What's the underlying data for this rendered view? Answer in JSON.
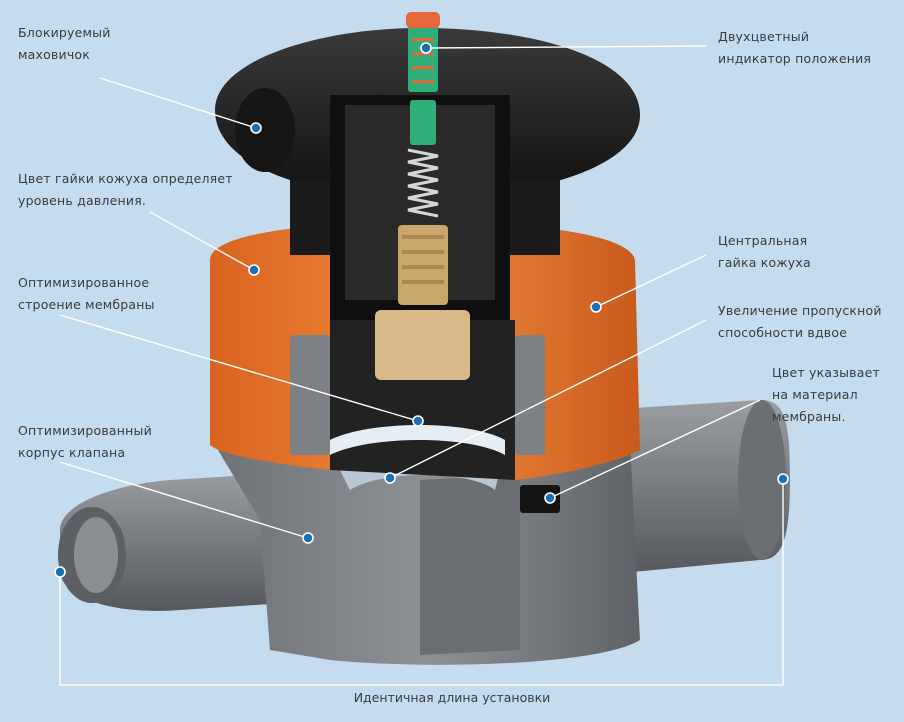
{
  "callouts": {
    "handwheel": "Блокируемый\nмаховичок",
    "indicator": "Двухцветный\nиндикатор положения",
    "nut_color": "Цвет гайки кожуха определяет\nуровень давления.",
    "central_nut": "Центральная\nгайка кожуха",
    "membrane_structure": "Оптимизированное\nстроение мембраны",
    "flow_capacity": "Увеличение пропускной\nспособности вдвое",
    "membrane_color": "Цвет указывает\nна материал\nмембраны.",
    "valve_body": "Оптимизированный\nкорпус клапана",
    "install_length": "Идентичная длина установки"
  },
  "colors": {
    "background": "#c5dcee",
    "leader": "#ffffff",
    "dot": "#1b6fb5",
    "handwheel": "#1d1d1d",
    "nut": "#e8772e",
    "body": "#7d8186",
    "indicator_top": "#e8673a",
    "indicator_stem": "#2fae7a",
    "spring": "#c9c9c9",
    "brass": "#c9a66b"
  }
}
